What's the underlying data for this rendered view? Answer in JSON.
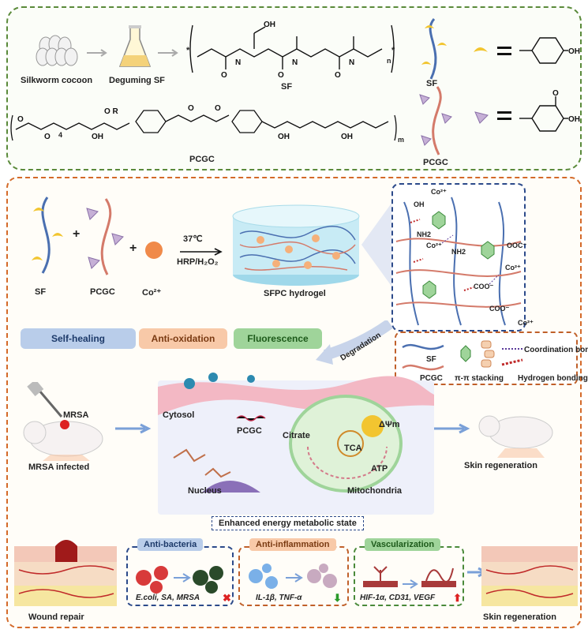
{
  "top": {
    "silkworm_cocoon": "Silkworm cocoon",
    "deguming_sf": "Deguming SF",
    "sf_formula": "SF",
    "pcgc_formula": "PCGC",
    "sf_chain": "SF",
    "pcgc_chain": "PCGC",
    "subscript_n": "n",
    "subscript_m": "m",
    "subscript_4": "4",
    "star": "*",
    "oh": "OH"
  },
  "synthesis": {
    "sf": "SF",
    "pcgc": "PCGC",
    "co": "Co²⁺",
    "plus": "+",
    "temp": "37℃",
    "catalyst": "HRP/H₂O₂",
    "product": "SFPC hydrogel"
  },
  "properties": {
    "self_healing": "Self-healing",
    "anti_oxidation": "Anti-oxidation",
    "fluorescence": "Fluorescence"
  },
  "network": {
    "co1": "Co²⁺",
    "co2": "Co²⁺",
    "co3": "Co²⁺",
    "co4": "Co²⁺",
    "nh2a": "NH2",
    "nh2b": "NH2",
    "ooc": "OOC⁻",
    "coo1": "COO⁻",
    "coo2": "COO⁻",
    "oh": "OH"
  },
  "legend": {
    "sf": "SF",
    "pcgc": "PCGC",
    "pi": "π-π stacking",
    "coordination": "Coordination bond",
    "hydrogen": "Hydrogen bonding"
  },
  "degradation": "Degradation",
  "mechanism": {
    "mrsa": "MRSA",
    "mrsa_infected": "MRSA infected",
    "cytosol": "Cytosol",
    "pcgc": "PCGC",
    "citrate": "Citrate",
    "tca": "TCA",
    "atp": "ATP",
    "dpsi": "ΔΨm",
    "nucleus": "Nucleus",
    "mitochondria": "Mitochondria",
    "skin_regen": "Skin regeneration",
    "enhanced": "Enhanced energy metabolic state"
  },
  "bottom": {
    "wound_repair": "Wound repair",
    "anti_bacteria": "Anti-bacteria",
    "ab_caption": "E.coli, SA, MRSA",
    "anti_inflammation": "Anti-inflammation",
    "ai_caption": "IL-1β,  TNF-α",
    "vascularization": "Vascularization",
    "vs_caption": "HIF-1α, CD31, VEGF",
    "skin_regen": "Skin regeneration"
  },
  "colors": {
    "sf_blue": "#4a6fb0",
    "pcgc_red": "#d47a6a",
    "co_orange": "#f08a4a",
    "self_healing_bg": "#b9cdea",
    "anti_oxidation_bg": "#f8c9a8",
    "fluorescence_bg": "#9fd49a"
  }
}
